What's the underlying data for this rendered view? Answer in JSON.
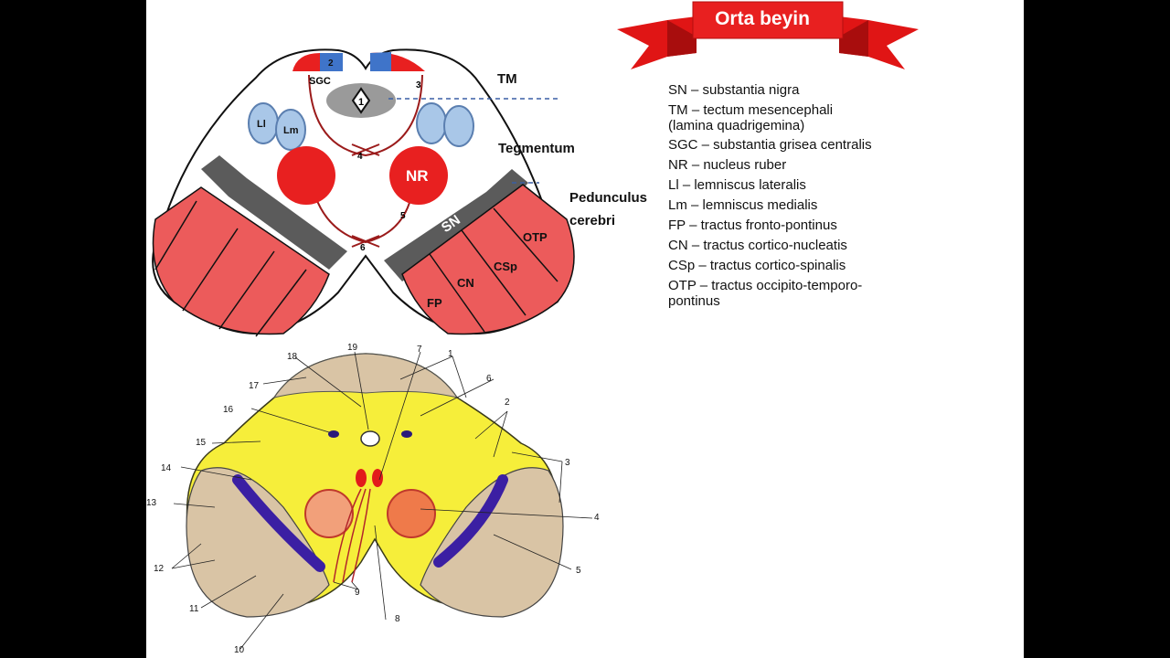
{
  "title": "Orta  beyin",
  "colors": {
    "red": "#ec5b5b",
    "bright_red": "#e21b1b",
    "gray": "#5b5b5b",
    "blue": "#a9c7e8",
    "yellow": "#f6ee3a",
    "purple": "#3b1fa3",
    "tan": "#d9c4a5"
  },
  "schematic": {
    "labels": {
      "tm": "TM",
      "tegmentum": "Tegmentum",
      "pedunculus": "Pedunculus",
      "cerebri": "cerebri",
      "sgc": "SGC",
      "ll": "Ll",
      "lm": "Lm",
      "nr": "NR",
      "sn": "SN",
      "otp": "OTP",
      "cn": "CN",
      "csp": "CSp",
      "fp": "FP",
      "n1": "1",
      "n2": "2",
      "n3": "3",
      "n4": "4",
      "n5": "5",
      "n6": "6"
    }
  },
  "legend": [
    "SN – substantia nigra",
    "TM – tectum mesencephali",
    "(lamina quadrigemina)",
    "SGC – substantia grisea centralis",
    "NR – nucleus ruber",
    "Ll – lemniscus lateralis",
    "Lm – lemniscus medialis",
    "FP – tractus fronto-pontinus",
    "CN – tractus cortico-nucleatis",
    "CSp –  tractus cortico-spinalis",
    "OTP – tractus occipito-temporo-",
    "pontinus"
  ],
  "section_numbers": [
    "1",
    "2",
    "3",
    "4",
    "5",
    "6",
    "7",
    "8",
    "9",
    "10",
    "11",
    "12",
    "13",
    "14",
    "15",
    "16",
    "17",
    "18",
    "19"
  ]
}
